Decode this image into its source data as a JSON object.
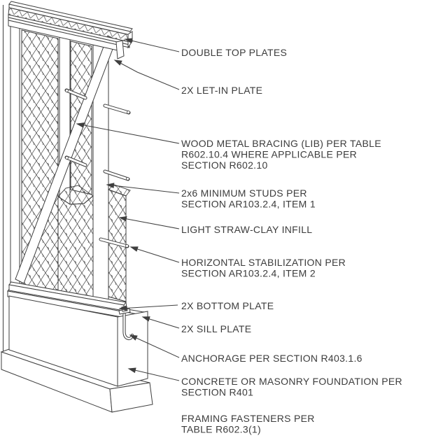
{
  "diagram": {
    "type": "construction-detail",
    "subject": "light straw-clay wall section (isometric)",
    "background_color": "#ffffff",
    "line_color": "#3f3f3f",
    "text_color": "#3c3c3c",
    "labels": [
      {
        "id": "double-top-plates",
        "lines": [
          "DOUBLE TOP PLATES"
        ]
      },
      {
        "id": "let-in-plate",
        "lines": [
          "2X LET-IN PLATE"
        ]
      },
      {
        "id": "wood-metal-bracing",
        "lines": [
          "WOOD METAL BRACING (LIB) PER TABLE",
          "R602.10.4 WHERE APPLICABLE PER",
          "SECTION R602.10"
        ]
      },
      {
        "id": "minimum-studs",
        "lines": [
          "2x6 MINIMUM STUDS PER",
          "SECTION AR103.2.4, ITEM 1"
        ]
      },
      {
        "id": "straw-clay-infill",
        "lines": [
          "LIGHT STRAW-CLAY INFILL"
        ]
      },
      {
        "id": "horizontal-stabilization",
        "lines": [
          "HORIZONTAL STABILIZATION PER",
          "SECTION AR103.2.4, ITEM 2"
        ]
      },
      {
        "id": "bottom-plate",
        "lines": [
          "2X BOTTOM PLATE"
        ]
      },
      {
        "id": "sill-plate",
        "lines": [
          "2X SILL PLATE"
        ]
      },
      {
        "id": "anchorage",
        "lines": [
          "ANCHORAGE PER SECTION R403.1.6"
        ]
      },
      {
        "id": "foundation",
        "lines": [
          "CONCRETE OR MASONRY FOUNDATION PER",
          "SECTION R401"
        ]
      },
      {
        "id": "framing-fasteners",
        "lines": [
          "FRAMING FASTENERS PER",
          "TABLE R602.3(1)"
        ]
      }
    ]
  }
}
